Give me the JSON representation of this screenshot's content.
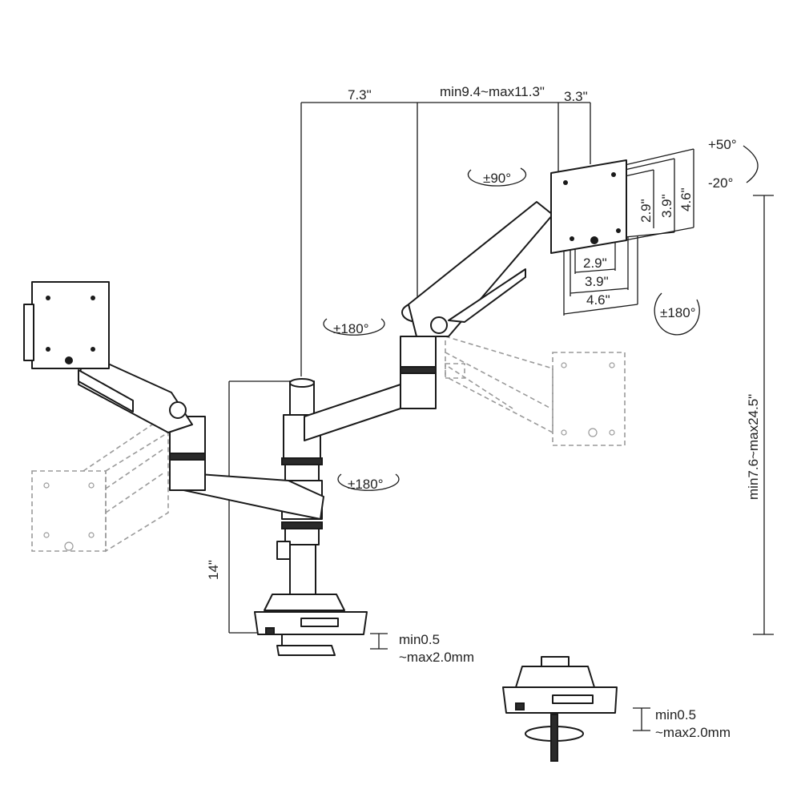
{
  "colors": {
    "line": "#1a1a1a",
    "ghost": "#9a9a9a",
    "background": "#ffffff"
  },
  "dimensions": {
    "top_left_width": "7.3\"",
    "arm_reach": "min9.4~max11.3\"",
    "plate_offset": "3.3\"",
    "pole_height": "14\"",
    "height_range": "min7.6~max24.5\"",
    "vesa_h1": "2.9\"",
    "vesa_h2": "3.9\"",
    "vesa_h3": "4.6\"",
    "vesa_w1": "2.9\"",
    "vesa_w2": "3.9\"",
    "vesa_w3": "4.6\""
  },
  "rotations": {
    "tilt_up": "+50°",
    "tilt_down": "-20°",
    "swivel_plate": "±90°",
    "rotate_plate": "±180°",
    "elbow": "±180°",
    "base_arm": "±180°"
  },
  "clamp": {
    "main_min": "min0.5",
    "main_max": "~max2.0mm",
    "grommet_min": "min0.5",
    "grommet_max": "~max2.0mm"
  }
}
